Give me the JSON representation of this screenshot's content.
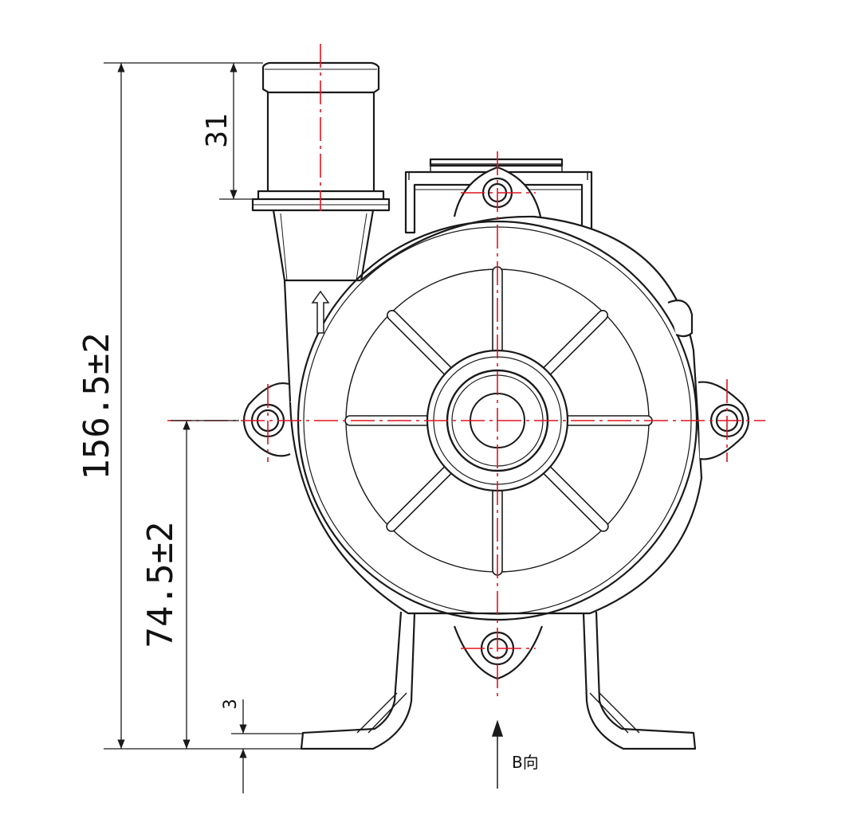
{
  "colors": {
    "outline": "#1a1a1a",
    "centerline": "#e0141e",
    "background": "#ffffff"
  },
  "dimensions": {
    "overall_height": "156.5±2",
    "center_height": "74.5±2",
    "outlet_length": "31",
    "foot_thickness": "3"
  },
  "view_label": "B向",
  "flow_arrow_icon": "arrow-up-icon"
}
